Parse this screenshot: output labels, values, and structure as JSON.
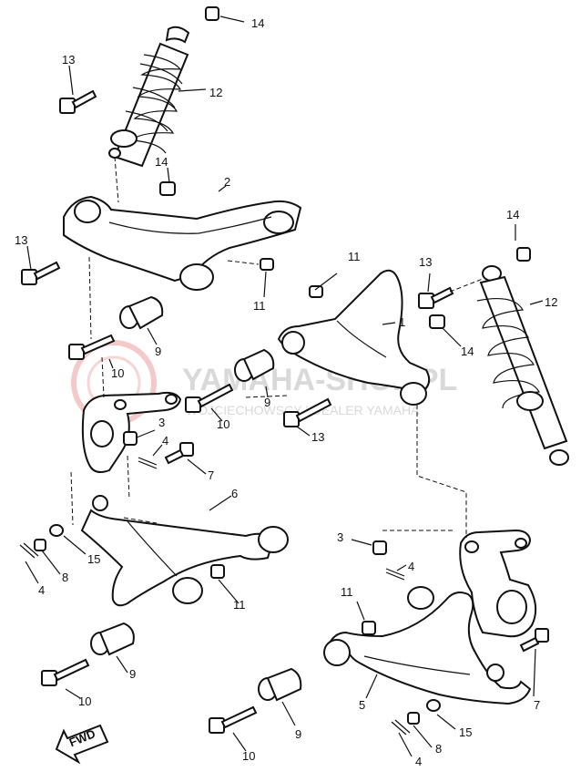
{
  "watermark": {
    "main": "YAMAHA-SHOP.PL",
    "sub": "WOJCIECHOWSCY | DEALER YAMAHA"
  },
  "fwd_label": "FWD",
  "callouts": [
    {
      "id": "c14a",
      "text": "14"
    },
    {
      "id": "c13a",
      "text": "13"
    },
    {
      "id": "c12a",
      "text": "12"
    },
    {
      "id": "c14b",
      "text": "14"
    },
    {
      "id": "c2",
      "text": "2"
    },
    {
      "id": "c13b",
      "text": "13"
    },
    {
      "id": "c11a",
      "text": "11"
    },
    {
      "id": "c9a",
      "text": "9"
    },
    {
      "id": "c10a",
      "text": "10"
    },
    {
      "id": "c10b",
      "text": "10"
    },
    {
      "id": "c3a",
      "text": "3"
    },
    {
      "id": "c4a",
      "text": "4"
    },
    {
      "id": "c7a",
      "text": "7"
    },
    {
      "id": "c6",
      "text": "6"
    },
    {
      "id": "c15a",
      "text": "15"
    },
    {
      "id": "c8a",
      "text": "8"
    },
    {
      "id": "c4b",
      "text": "4"
    },
    {
      "id": "c11b",
      "text": "11"
    },
    {
      "id": "c9b",
      "text": "9"
    },
    {
      "id": "c10c",
      "text": "10"
    },
    {
      "id": "c11c",
      "text": "11"
    },
    {
      "id": "c1",
      "text": "1"
    },
    {
      "id": "c13c",
      "text": "13"
    },
    {
      "id": "c14c",
      "text": "14"
    },
    {
      "id": "c12b",
      "text": "12"
    },
    {
      "id": "c14d",
      "text": "14"
    },
    {
      "id": "c9c",
      "text": "9"
    },
    {
      "id": "c13d",
      "text": "13"
    },
    {
      "id": "c3b",
      "text": "3"
    },
    {
      "id": "c4c",
      "text": "4"
    },
    {
      "id": "c11d",
      "text": "11"
    },
    {
      "id": "c5",
      "text": "5"
    },
    {
      "id": "c7b",
      "text": "7"
    },
    {
      "id": "c9d",
      "text": "9"
    },
    {
      "id": "c10d",
      "text": "10"
    },
    {
      "id": "c15b",
      "text": "15"
    },
    {
      "id": "c8b",
      "text": "8"
    },
    {
      "id": "c4d",
      "text": "4"
    }
  ]
}
